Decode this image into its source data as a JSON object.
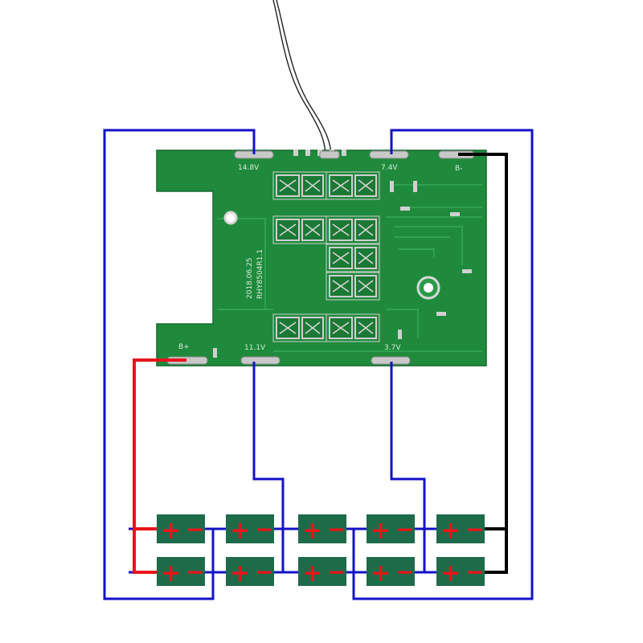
{
  "board": {
    "pads": {
      "v14_8": "14.8V",
      "v7_4": "7.4V",
      "b_minus": "B-",
      "b_plus": "B+",
      "v11_1": "11.1V",
      "v3_7": "3.7V"
    },
    "silkscreen": {
      "date": "2018.06.25",
      "model": "RHY8504R1.1"
    }
  },
  "cells": {
    "plus_symbol": "+",
    "minus_symbol": "−",
    "rows": 2,
    "columns": 5
  },
  "colors": {
    "pcb": "#1f8a3c",
    "pcb_light": "#2a9a48",
    "cell": "#1e6b4a",
    "wire_blue": "#1212c8",
    "wire_red": "#e8141b",
    "wire_black": "#000000",
    "pad": "#c8c8c8",
    "silk": "#d8ecd8"
  }
}
